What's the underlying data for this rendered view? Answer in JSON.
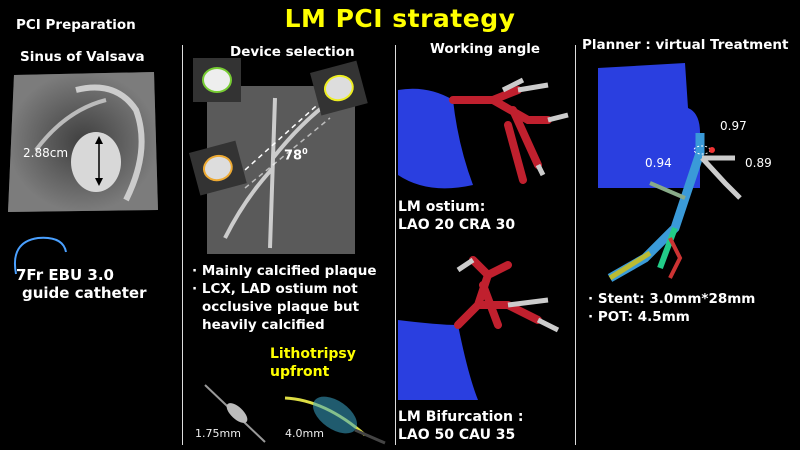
{
  "title": "LM PCI strategy",
  "colors": {
    "title": "#ffff00",
    "background": "#000000",
    "aorta": "#2a3fe0",
    "vessel": "#c0202e"
  },
  "columns": [
    {
      "heading": "PCI Preparation",
      "subheading": "Sinus of Valsava",
      "measurement": "2.88cm",
      "catheter_lines": [
        "7Fr EBU 3.0",
        "guide catheter"
      ]
    },
    {
      "heading": "Device selection",
      "angle": "78",
      "angle_sup": "0",
      "bullets": [
        "Mainly calcified plaque",
        "LCX, LAD ostium not",
        "occlusive plaque but",
        "heavily calcified"
      ],
      "highlight_lines": [
        "Lithotripsy",
        "upfront"
      ],
      "devices": [
        "1.75mm",
        "4.0mm"
      ]
    },
    {
      "heading": "Working angle",
      "views": [
        {
          "lines": [
            "LM ostium:",
            "LAO 20 CRA 30"
          ]
        },
        {
          "lines": [
            "LM Bifurcation :",
            "LAO 50 CAU 35"
          ]
        }
      ]
    },
    {
      "heading": "Planner : virtual Treatment",
      "ffr_values": [
        "0.97",
        "0.94",
        "0.89"
      ],
      "bullets": [
        "Stent: 3.0mm*28mm",
        "POT: 4.5mm"
      ]
    }
  ]
}
